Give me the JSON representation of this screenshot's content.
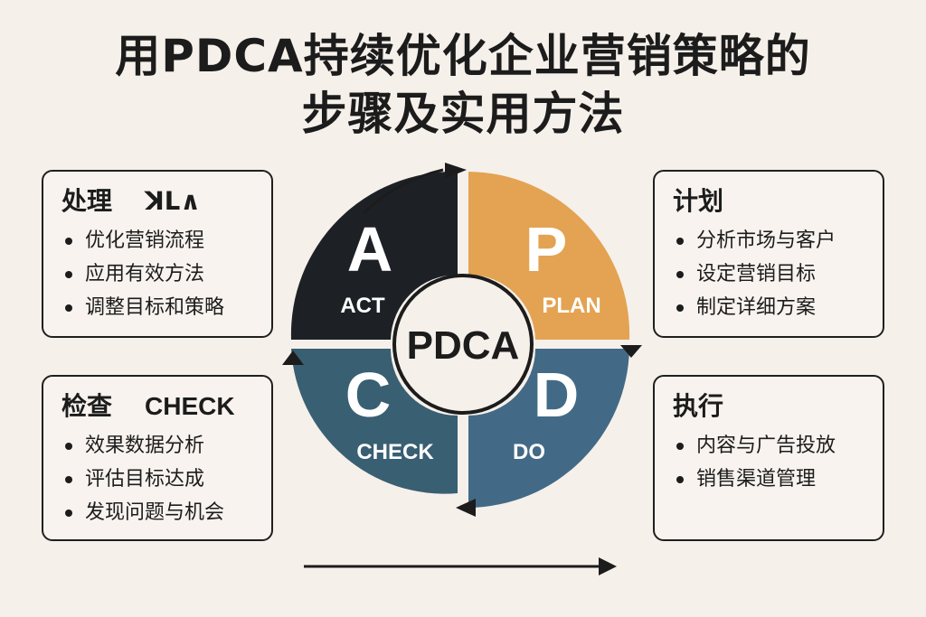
{
  "title": {
    "line1": "用PDCA持续优化企业营销策略的",
    "line2": "步骤及实用方法"
  },
  "cycle": {
    "center": "PDCA",
    "quadrants": {
      "act": {
        "letter": "A",
        "word": "ACT"
      },
      "plan": {
        "letter": "P",
        "word": "PLAN"
      },
      "check": {
        "letter": "C",
        "word": "CHECK"
      },
      "do": {
        "letter": "D",
        "word": "DO"
      }
    },
    "colors": {
      "act": "#1d2126",
      "plan": "#e3a352",
      "check": "#395f72",
      "do": "#426a86",
      "outline": "#1c1c1c",
      "center_fill": "#f6f0ea"
    }
  },
  "cards": {
    "act": {
      "title": "处理",
      "title_en": "ꓘᒪ∧",
      "items": [
        "优化营销流程",
        "应用有效方法",
        "调整目标和策略"
      ]
    },
    "check": {
      "title": "检查",
      "title_en": "CHECK",
      "items": [
        "效果数据分析",
        "评估目标达成",
        "发现问题与机会"
      ]
    },
    "plan": {
      "title": "计划",
      "items": [
        "分析市场与客户",
        "设定营销目标",
        "制定详细方案"
      ]
    },
    "do": {
      "title": "执行",
      "items": [
        "内容与广告投放",
        "销售渠道管理"
      ]
    }
  }
}
